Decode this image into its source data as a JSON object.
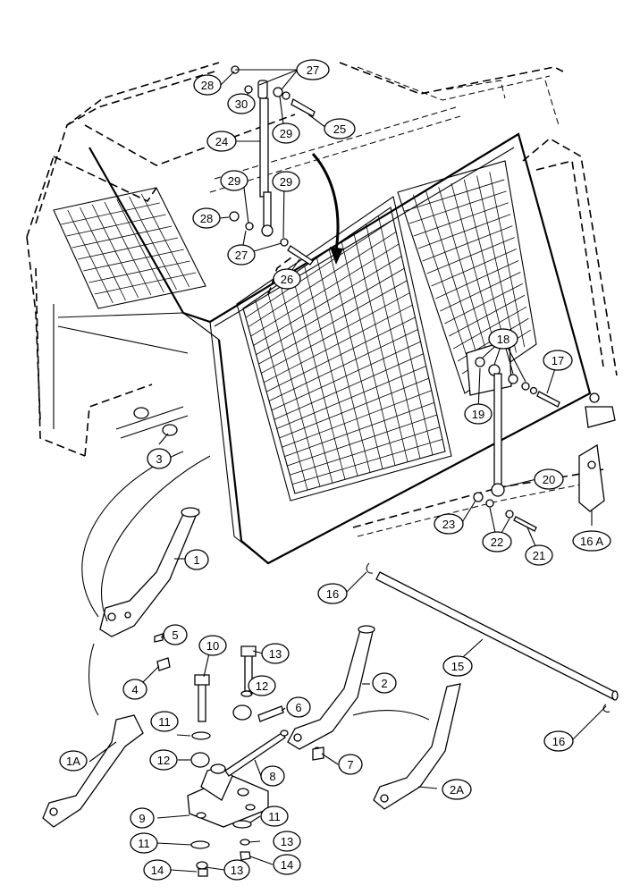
{
  "callouts": [
    {
      "id": "c27a",
      "label": "27"
    },
    {
      "id": "c28a",
      "label": "28"
    },
    {
      "id": "c30",
      "label": "30"
    },
    {
      "id": "c25",
      "label": "25"
    },
    {
      "id": "c29a",
      "label": "29"
    },
    {
      "id": "c24",
      "label": "24"
    },
    {
      "id": "c29b",
      "label": "29"
    },
    {
      "id": "c29c",
      "label": "29"
    },
    {
      "id": "c28b",
      "label": "28"
    },
    {
      "id": "c27b",
      "label": "27"
    },
    {
      "id": "c26",
      "label": "26"
    },
    {
      "id": "c18",
      "label": "18"
    },
    {
      "id": "c17",
      "label": "17"
    },
    {
      "id": "c19",
      "label": "19"
    },
    {
      "id": "c3",
      "label": "3"
    },
    {
      "id": "c20",
      "label": "20"
    },
    {
      "id": "c23",
      "label": "23"
    },
    {
      "id": "c22",
      "label": "22"
    },
    {
      "id": "c21",
      "label": "21"
    },
    {
      "id": "c16a",
      "label": "16 A"
    },
    {
      "id": "c1",
      "label": "1"
    },
    {
      "id": "c16b",
      "label": "16"
    },
    {
      "id": "c5",
      "label": "5"
    },
    {
      "id": "c10",
      "label": "10"
    },
    {
      "id": "c13a",
      "label": "13"
    },
    {
      "id": "c4",
      "label": "4"
    },
    {
      "id": "c12a",
      "label": "12"
    },
    {
      "id": "c15",
      "label": "15"
    },
    {
      "id": "c2",
      "label": "2"
    },
    {
      "id": "c6",
      "label": "6"
    },
    {
      "id": "c11a",
      "label": "11"
    },
    {
      "id": "c1a",
      "label": "1A"
    },
    {
      "id": "c12b",
      "label": "12"
    },
    {
      "id": "c7",
      "label": "7"
    },
    {
      "id": "c16c",
      "label": "16"
    },
    {
      "id": "c8",
      "label": "8"
    },
    {
      "id": "c2a",
      "label": "2A"
    },
    {
      "id": "c9",
      "label": "9"
    },
    {
      "id": "c11b",
      "label": "11"
    },
    {
      "id": "c11c",
      "label": "11"
    },
    {
      "id": "c13b",
      "label": "13"
    },
    {
      "id": "c14a",
      "label": "14"
    },
    {
      "id": "c13c",
      "label": "13"
    },
    {
      "id": "c14b",
      "label": "14"
    }
  ]
}
